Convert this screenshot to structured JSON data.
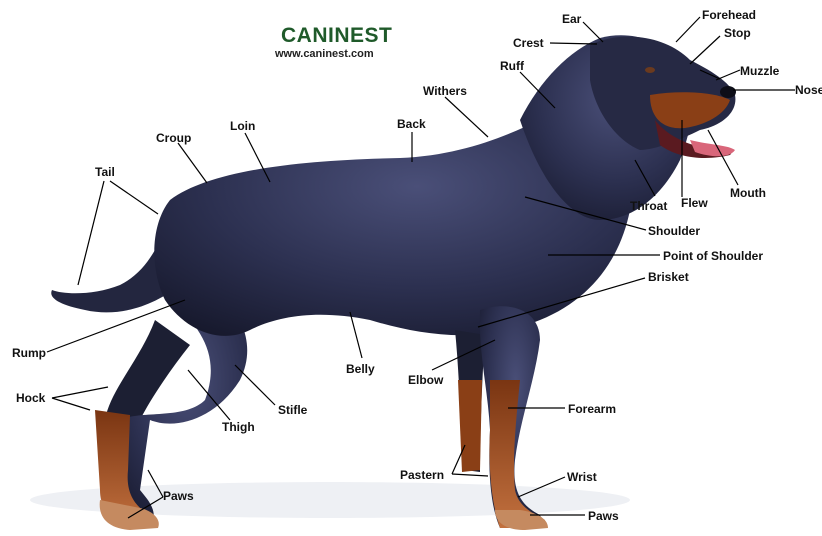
{
  "brand": {
    "title": "CANINEST",
    "url": "www.caninest.com"
  },
  "labels": {
    "ear": "Ear",
    "forehead": "Forehead",
    "crest": "Crest",
    "stop": "Stop",
    "muzzle": "Muzzle",
    "ruff": "Ruff",
    "nose": "Nose",
    "withers": "Withers",
    "back": "Back",
    "loin": "Loin",
    "croup": "Croup",
    "tail": "Tail",
    "mouth": "Mouth",
    "throat": "Throat",
    "flew": "Flew",
    "shoulder": "Shoulder",
    "point_of_shoulder": "Point of Shoulder",
    "brisket": "Brisket",
    "rump": "Rump",
    "belly": "Belly",
    "elbow": "Elbow",
    "hock": "Hock",
    "stifle": "Stifle",
    "thigh": "Thigh",
    "forearm": "Forearm",
    "pastern": "Pastern",
    "wrist": "Wrist",
    "paws_hind": "Paws",
    "paws_front": "Paws"
  },
  "colors": {
    "coat": "#2a2d4a",
    "tan": "#8a3f16",
    "brand_green": "#1f5a2a",
    "tongue": "#d9667a"
  }
}
